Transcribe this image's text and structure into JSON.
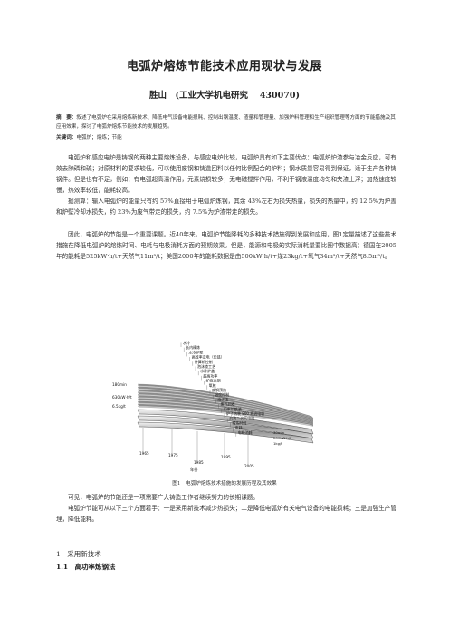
{
  "paper": {
    "title": "电弧炉熔炼节能技术应用现状与发展",
    "author_line": "胜山　(工业大学机电研究　 430070)",
    "abstract_label": "摘　要：",
    "abstract_text": "叙述了电弧炉在采用熔炼新技术、降低电气设备电能损耗、控制出钢温度、渣量和管理量、加强炉料管理和生产组织管理等方面的节能措施及其应用效果，探讨了电弧炉熔炼节能技术的发展趋势。",
    "keywords_label": "关键词：",
    "keywords_text": "电弧炉；熔炼；节能",
    "para1": "电弧炉和感应电炉是铸钢的两种主要熔炼设备，与感应电炉比较，电弧炉具有如下主要优点：电弧炉炉渣参与冶金反应，可有效去除磷和硫；对原材料的要求较低，可以使用废钢和铸造回料以任何比例配合的炉料；钢水质量容易得到保证，适于生产各种铸钢件。但是也有不足，例如：有电弧超高温作用，元素烧损较多；无电磁搅拌作用，不利于钢液温度均匀和夹渣上浮；加热速度较慢，热效率较低，能耗较高。",
    "para2": "据测算：输入电弧炉的能量只有约 57%直接用于电弧炉炼钢，其余 43%左右为损失热量，损失的热量中，约 12.5%为炉盖和炉壁冷却水损失，约 23%为废气带走的损失，约 7.5%为炉渣带走的损失。",
    "para3": "因此，电弧炉的节能是一个重要课题。近40年来，电弧炉节能降耗的多种技术措施得到发展和应用，图1定量描述了这些技术措施在降低电弧炉的熔炼时间、电耗与电极消耗方面的预期效果。但是，能源和电极的实际消耗量要比图中数据高：德国在2005年的能耗是525kW·h/t+天然气11m³/t；美国2000年的能耗数据是由500kW·h/t+煤23kg/t+氧气34m³/t+天然气8.5m³/t。",
    "figure_caption": "图1　电弧炉熔炼技术措施的发展历程及其效果",
    "para4": "可见，电弧炉的节能还是一项需要广大铸造工作者继续努力的长期课题。",
    "para5": "电弧炉节能可从以下三个方面着手：一是采用新技术减少热损失；二是降低电弧炉有关电气设备的电能损耗；三是加强生产管理，降低能耗。",
    "section_1": "1　采用新技术",
    "section_1_1": "1.1　高功率炼钢法"
  },
  "figure": {
    "left_labels": [
      "180min",
      "630kW·h/t",
      "6.5kg/t"
    ],
    "year_labels": [
      "1965",
      "1975",
      "1985",
      "1995",
      "2005"
    ],
    "x_axis_label": "年份",
    "measures": [
      "水冷",
      "长内精炼",
      "水冷炉壁",
      "高效率送电（长弧）",
      "计算机控制",
      "泡沫渣工艺",
      "水冷炉盖",
      "超高功率",
      "炉底出钢",
      "氧枪",
      "废钢预热",
      "温度控制",
      "泡沫渣",
      "废气回收",
      "用废炉铁液",
      "炉子热装 800 直流电极",
      "交流二次高电阻",
      "精炼时间",
      "电耗",
      "电极消耗"
    ],
    "right_values": [
      "30min",
      "280kW·h/t",
      "1kg/t"
    ]
  }
}
